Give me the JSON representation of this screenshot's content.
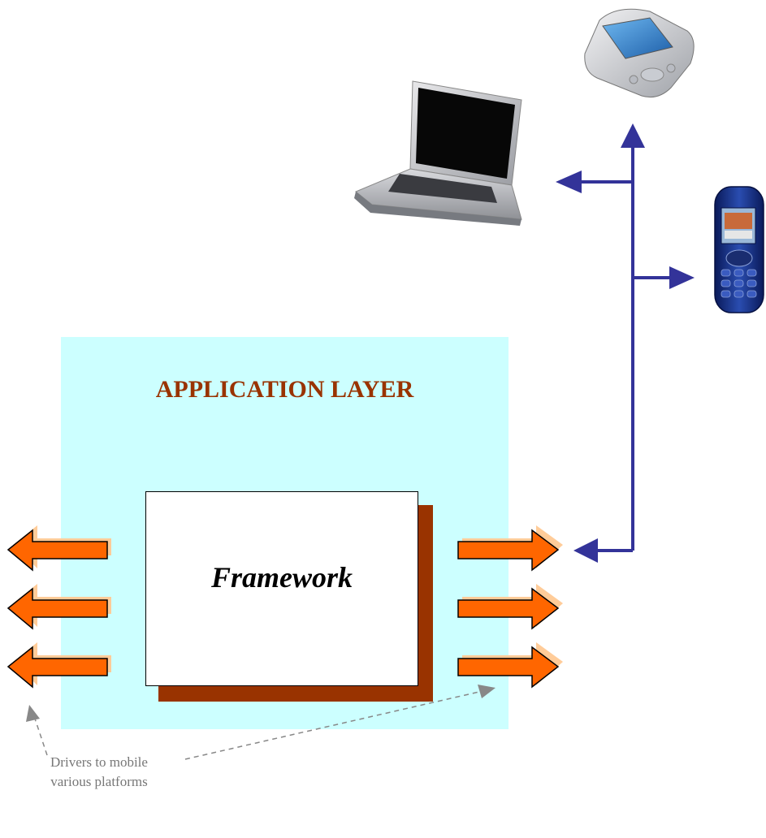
{
  "diagram": {
    "title": "APPLICATION LAYER",
    "framework_label": "Framework",
    "caption_lines": [
      "Drivers to mobile",
      "various platforms"
    ],
    "devices": [
      "pda-device",
      "laptop-device",
      "mobile-phone-device"
    ],
    "colors": {
      "app_layer_fill": "#ccffff",
      "title_text": "#993300",
      "framework_shadow": "#993300",
      "driver_arrow_fill": "#ff6600",
      "driver_arrow_shadow": "#ffcc99",
      "bus_line": "#333399",
      "caption_text": "#777777",
      "dashed_pointer": "#888888"
    }
  }
}
